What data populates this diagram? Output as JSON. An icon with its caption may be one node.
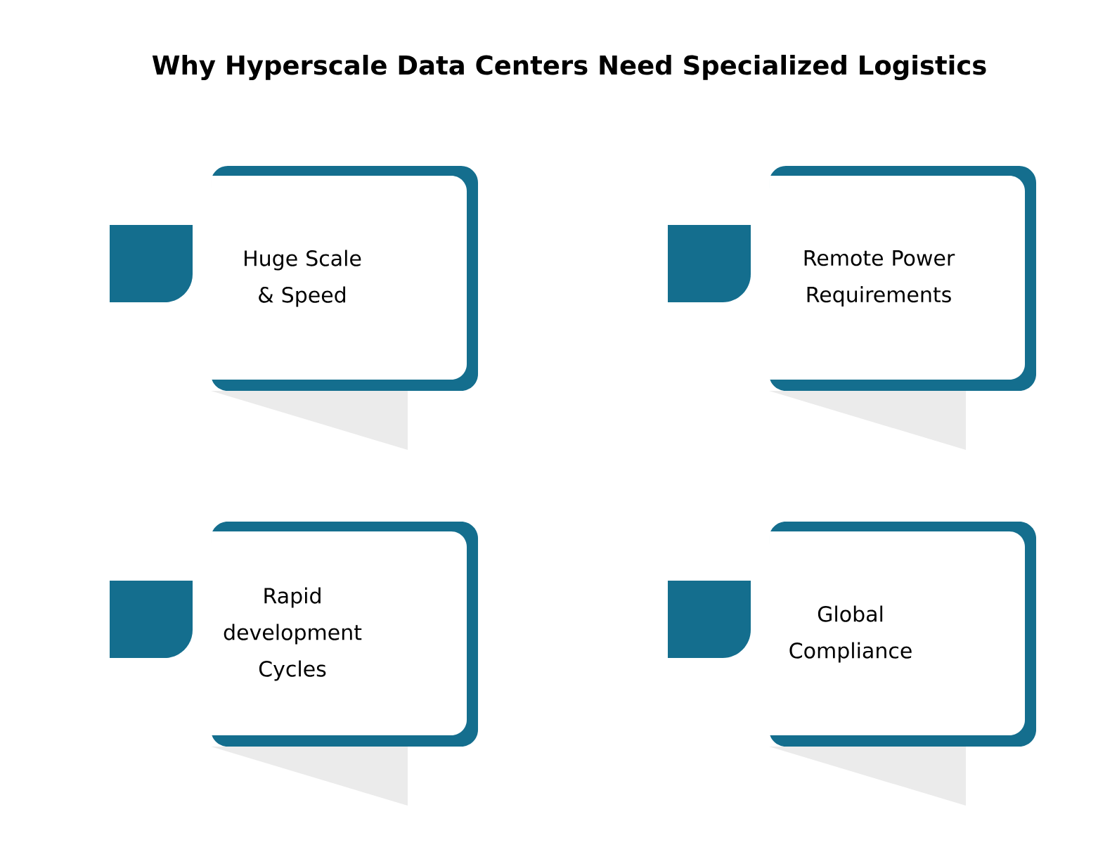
{
  "diagram": {
    "title": "Why Hyperscale Data Centers Need Specialized Logistics",
    "nodes": [
      {
        "text": [
          "Huge Scale & Speed"
        ]
      },
      {
        "text": [
          "Remote Power Requirements"
        ]
      },
      {
        "text": [
          "Rapid development Cycles"
        ]
      },
      {
        "text": [
          "Global Compliance"
        ]
      }
    ]
  }
}
